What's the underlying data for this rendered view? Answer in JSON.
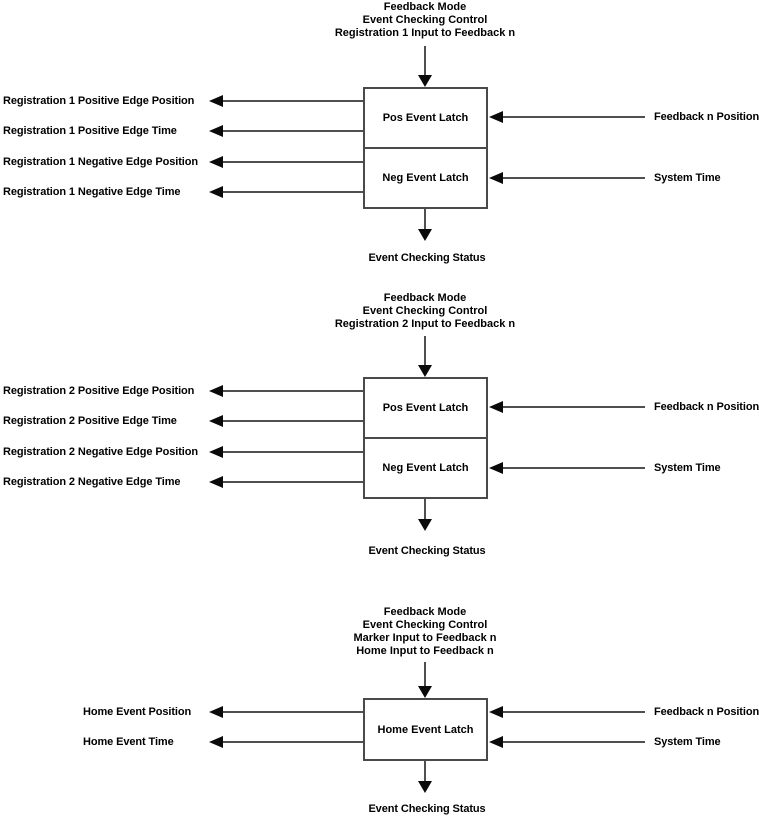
{
  "colors": {
    "line": "#4f4f4f",
    "arrowhead": "#0a0a0a",
    "box_border": "#4a4a4a",
    "text": "#000000",
    "background": "#ffffff"
  },
  "sections": [
    {
      "header_lines": [
        "Feedback Mode",
        "Event Checking Control",
        "Registration 1 Input to Feedback n"
      ],
      "box_cells": [
        "Pos Event Latch",
        "Neg Event Latch"
      ],
      "left_outputs": [
        "Registration 1 Positive Edge Position",
        "Registration 1 Positive Edge Time",
        "Registration 1 Negative Edge Position",
        "Registration 1 Negative Edge Time"
      ],
      "right_inputs": [
        "Feedback n Position",
        "System Time"
      ],
      "status": "Event Checking Status"
    },
    {
      "header_lines": [
        "Feedback Mode",
        "Event Checking Control",
        "Registration 2 Input to Feedback n"
      ],
      "box_cells": [
        "Pos Event Latch",
        "Neg Event Latch"
      ],
      "left_outputs": [
        "Registration 2 Positive Edge Position",
        "Registration 2 Positive Edge Time",
        "Registration 2 Negative Edge Position",
        "Registration 2 Negative Edge Time"
      ],
      "right_inputs": [
        "Feedback n Position",
        "System Time"
      ],
      "status": "Event Checking Status"
    },
    {
      "header_lines": [
        "Feedback Mode",
        "Event Checking Control",
        "Marker Input to Feedback n",
        "Home Input to Feedback n"
      ],
      "box_cells": [
        "Home Event Latch"
      ],
      "left_outputs": [
        "Home Event Position",
        "Home Event Time"
      ],
      "right_inputs": [
        "Feedback n Position",
        "System Time"
      ],
      "status": "Event Checking Status"
    }
  ]
}
